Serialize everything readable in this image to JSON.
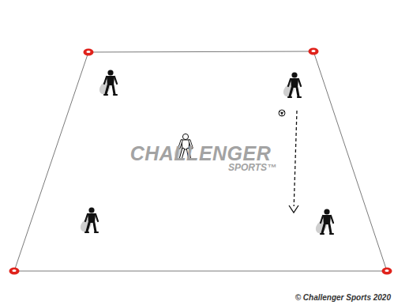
{
  "diagram": {
    "labels": [
      "CHALLENGER",
      "SPORTS™",
      "© Challenger Sports 2020"
    ]
  }
}
